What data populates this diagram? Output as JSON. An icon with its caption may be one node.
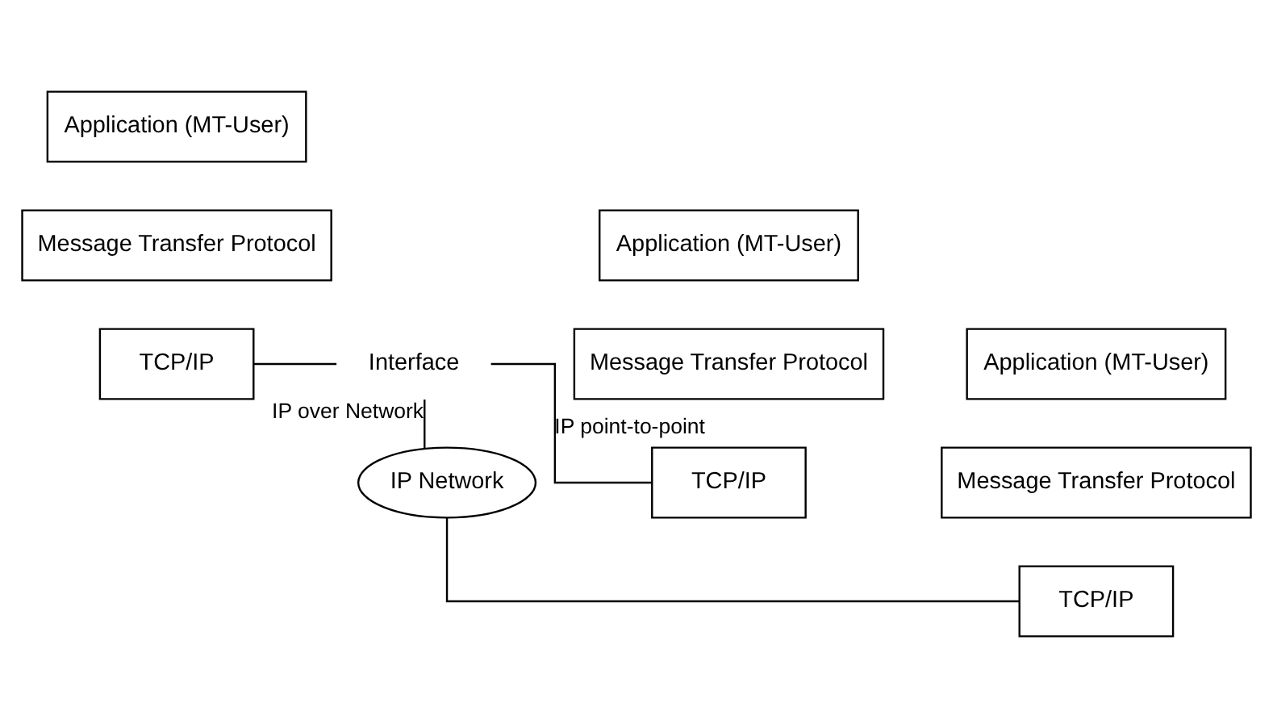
{
  "diagram": {
    "nodes": [
      {
        "text": [
          "Application (MT-User)"
        ]
      },
      {
        "text": [
          "Message Transfer Protocol"
        ]
      },
      {
        "text": [
          "TCP/IP"
        ]
      },
      {
        "text": [
          "Application (MT-User)"
        ]
      },
      {
        "text": [
          "Message Transfer Protocol"
        ]
      },
      {
        "text": [
          "TCP/IP"
        ]
      },
      {
        "text": [
          "Application (MT-User)"
        ]
      },
      {
        "text": [
          "Message Transfer Protocol"
        ]
      },
      {
        "text": [
          "TCP/IP"
        ]
      },
      {
        "text": [
          "Interface"
        ]
      },
      {
        "text": [
          "IP Network"
        ]
      }
    ],
    "edges": [
      {
        "from": 2,
        "to": 9,
        "arrow": "none"
      },
      {
        "from": 9,
        "to": 5,
        "arrow": "none",
        "label": "IP point-to-point"
      },
      {
        "from": 9,
        "to": 10,
        "arrow": "none",
        "label": "IP over Network"
      },
      {
        "from": 10,
        "to": 8,
        "arrow": "none"
      }
    ]
  }
}
